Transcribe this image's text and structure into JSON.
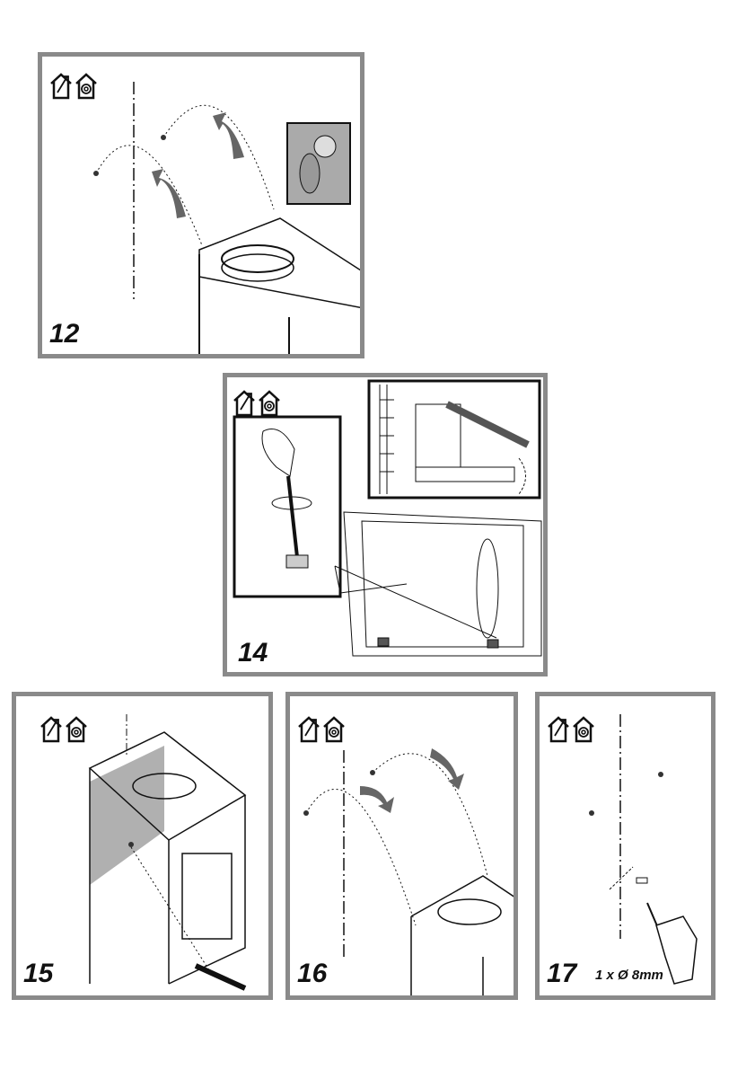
{
  "steps": [
    {
      "number": "12"
    },
    {
      "number": "14"
    },
    {
      "number": "15"
    },
    {
      "number": "16"
    },
    {
      "number": "17",
      "note": "1 x Ø 8mm"
    }
  ],
  "icons": [
    "ducted-mode-icon",
    "recirculation-mode-icon"
  ],
  "colors": {
    "frame": "#8a8a8a",
    "arrow": "#666666",
    "shade": "#b0b0b0"
  }
}
